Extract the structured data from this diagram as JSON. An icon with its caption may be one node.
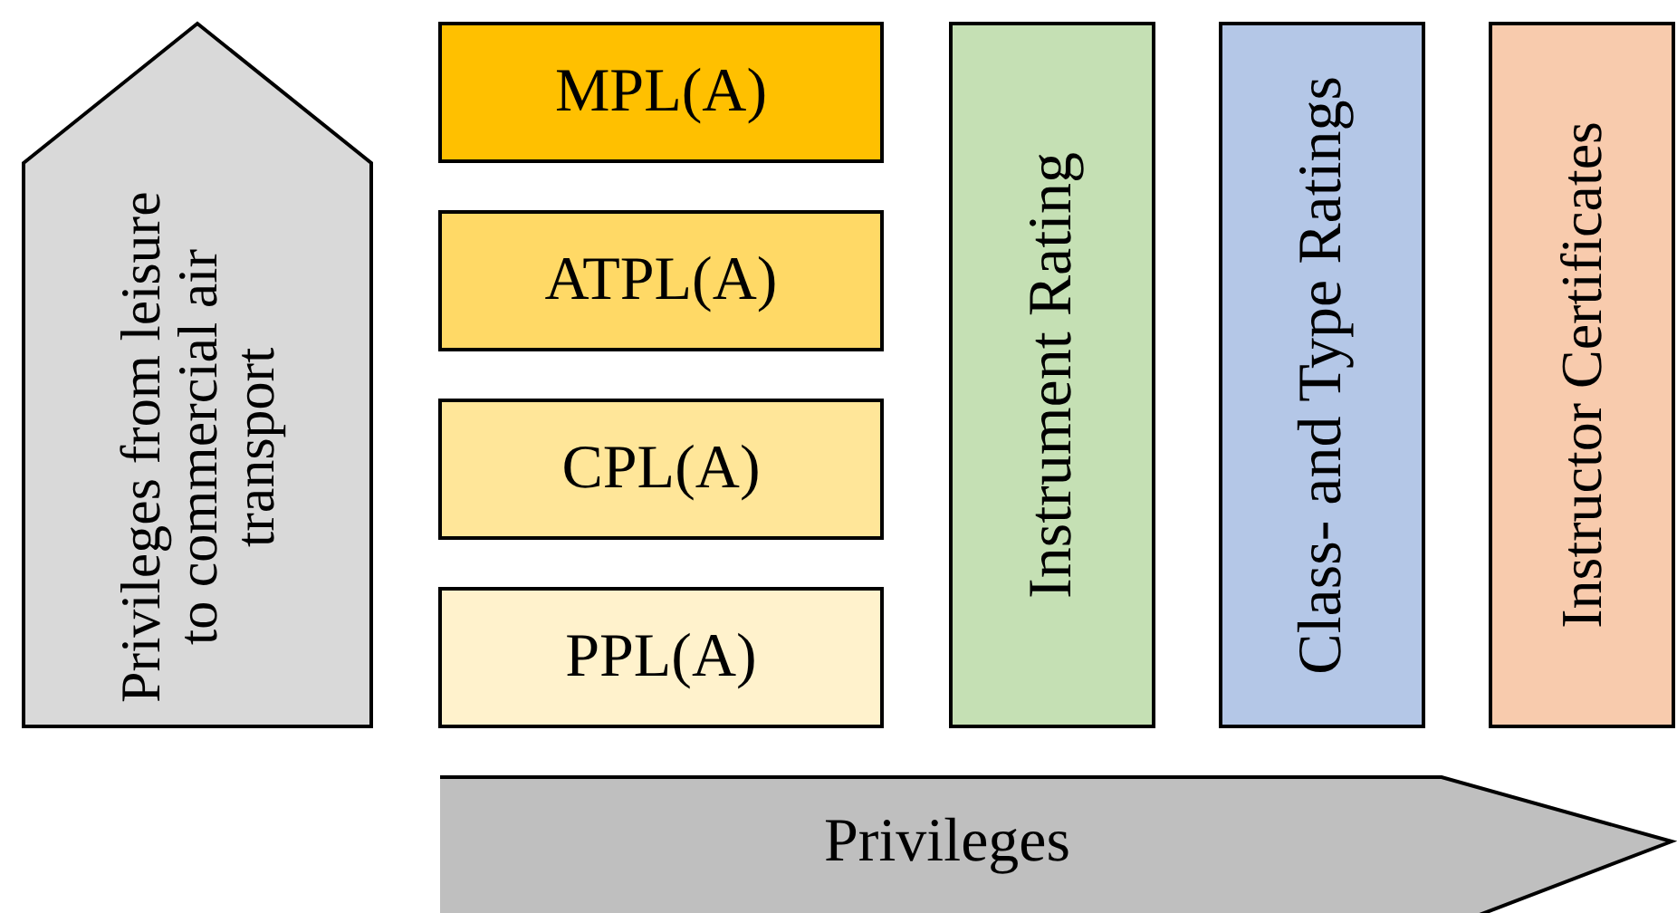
{
  "diagram": {
    "nodes": [
      {
        "text": [
          "Privileges from leisure to commercial air transport"
        ]
      },
      {
        "text": [
          "MPL(A)"
        ]
      },
      {
        "text": [
          "ATPL(A)"
        ]
      },
      {
        "text": [
          "CPL(A)"
        ]
      },
      {
        "text": [
          "PPL(A)"
        ]
      },
      {
        "text": [
          "Instrument Rating"
        ]
      },
      {
        "text": [
          "Class- and Type Ratings"
        ]
      },
      {
        "text": [
          "Instructor Certificates"
        ]
      },
      {
        "text": [
          "Privileges"
        ]
      }
    ]
  }
}
